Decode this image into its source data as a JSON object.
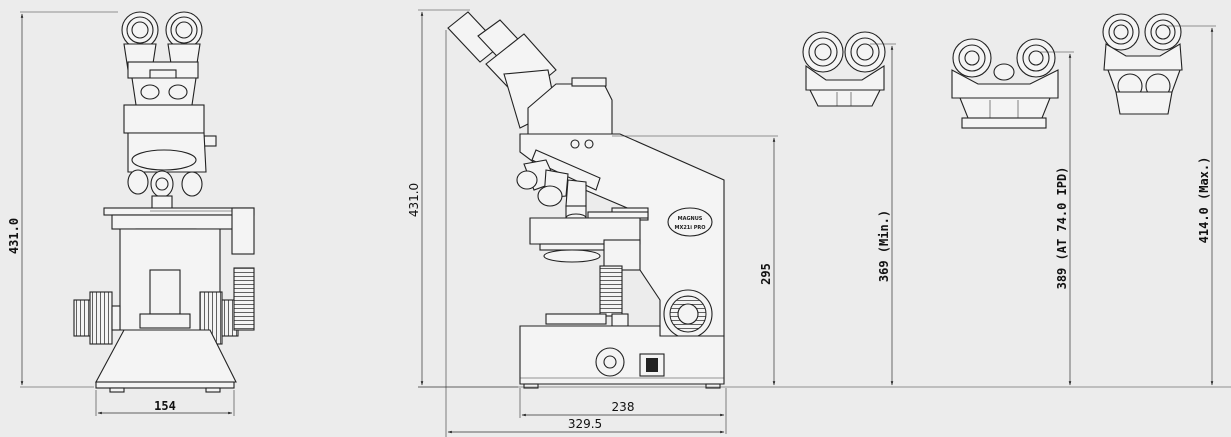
{
  "dimensions": {
    "front_height": "431.0",
    "front_base_width": "154",
    "side_height": "431.0",
    "stage_height": "295",
    "base_depth": "238",
    "total_depth": "329.5",
    "min_height": "369 (Min.)",
    "ipd_height": "389 (AT 74.0 IPD)",
    "max_height": "414.0 (Max.)"
  },
  "brand": {
    "name": "MAGNUS",
    "model": "MX21i PRO"
  }
}
